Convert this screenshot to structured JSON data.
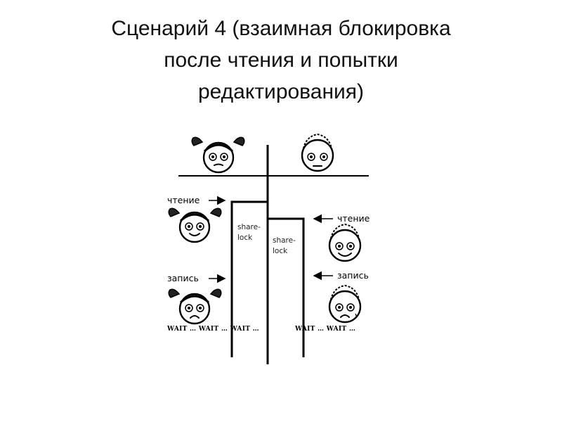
{
  "slide": {
    "title_lines": [
      "Сценарий 4 (взаимная блокировка",
      "после чтения и попытки",
      "редактирования)"
    ]
  },
  "diagram": {
    "left": {
      "read_label": "чтение",
      "write_label": "запись",
      "lock_label_1": "share-",
      "lock_label_2": "lock",
      "wait_text": "WAIT … WAIT … WAIT …"
    },
    "right": {
      "read_label": "чтение",
      "write_label": "запись",
      "lock_label_1": "share-",
      "lock_label_2": "lock",
      "wait_text": "WAIT … WAIT …"
    }
  }
}
